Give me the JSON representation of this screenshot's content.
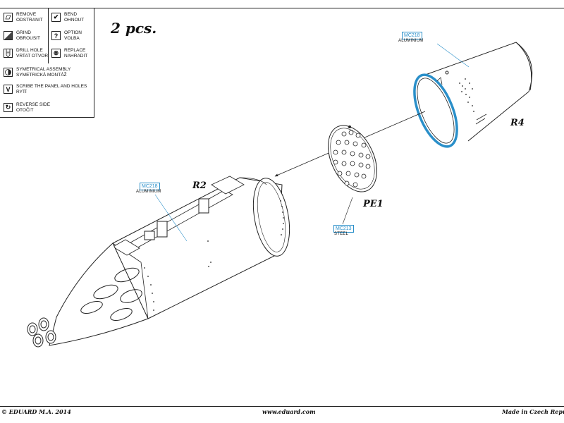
{
  "legend": {
    "remove": "REMOVE\nODSTRANIT",
    "bend": "BEND\nOHNOUT",
    "grind": "GRIND\nOBROUSIT",
    "option": "OPTION\nVOLBA",
    "drill": "DRILL HOLE\nVRTAT OTVOR",
    "replace": "REPLACE\nNAHRADIT",
    "symmetrical": "SYMETRICAL ASSEMBLY\nSYMETRICKÁ MONTÁŽ",
    "scribe": "SCRIBE THE PANEL AND HOLES\nRYTÍ",
    "reverse": "REVERSE SIDE\nOTOČIT",
    "icon_option": "?",
    "icon_scribe": "V",
    "icon_bend": "✔",
    "icon_reverse": "↻",
    "icon_replace": "⊗"
  },
  "title": "2 pcs.",
  "parts": {
    "r4": {
      "label": "R4",
      "code": "MC218",
      "material": "ALUMINIUM"
    },
    "r2": {
      "label": "R2",
      "code": "MC218",
      "material": "ALUMINIUM"
    },
    "pe1": {
      "label": "PE1",
      "code": "MC213",
      "material": "STEEL"
    }
  },
  "colors": {
    "highlight": "#2a8fc9",
    "line": "#222222"
  },
  "footer": {
    "copyright": "© EDUARD  M.A. 2014",
    "website": "www.eduard.com",
    "made_in": "Made in Czech Repu"
  }
}
